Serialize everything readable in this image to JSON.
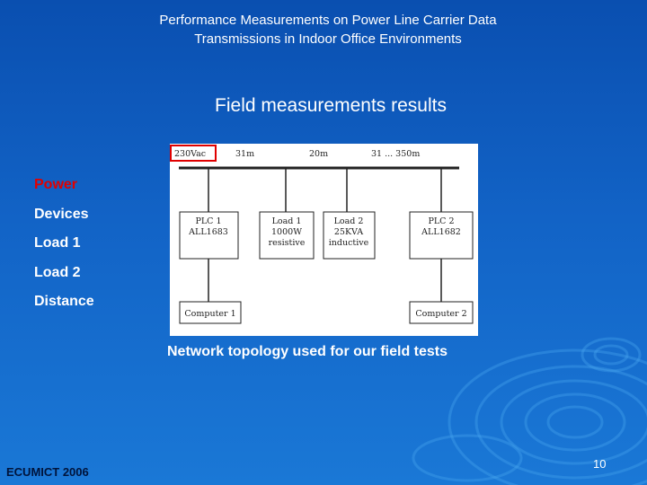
{
  "slide": {
    "header_line1": "Performance Measurements on Power Line Carrier Data",
    "header_line2": "Transmissions in Indoor Office Environments",
    "subtitle": "Field measurements results",
    "labels": [
      "Power",
      "Devices",
      "Load 1",
      "Load 2",
      "Distance"
    ],
    "caption": "Network topology used for our field tests",
    "footer_left": "ECUMICT 2006",
    "page_number": "10"
  },
  "diagram": {
    "voltage": "230Vac",
    "distances": [
      "31m",
      "20m",
      "31 ... 350m"
    ],
    "boxes": [
      {
        "line1": "PLC 1",
        "line2": "ALL1683",
        "line3": ""
      },
      {
        "line1": "Load 1",
        "line2": "1000W",
        "line3": "resistive"
      },
      {
        "line1": "Load 2",
        "line2": "25KVA",
        "line3": "inductive"
      },
      {
        "line1": "PLC 2",
        "line2": "ALL1682",
        "line3": ""
      }
    ],
    "computers": [
      "Computer 1",
      "Computer 2"
    ]
  },
  "colors": {
    "background": "#1263c6",
    "label_highlight": "#e00000",
    "footer": "#00143c",
    "voltage_box": "#e00000"
  }
}
